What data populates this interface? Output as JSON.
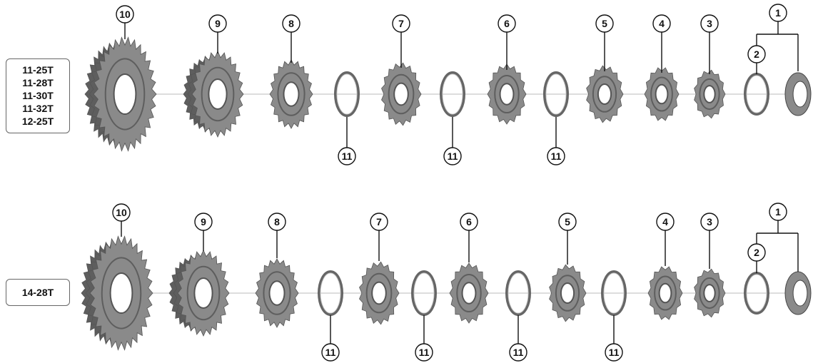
{
  "size_boxes": {
    "top": [
      "11-25T",
      "11-28T",
      "11-30T",
      "11-32T",
      "12-25T"
    ],
    "bottom": [
      "14-28T"
    ]
  },
  "callouts": {
    "c1": "1",
    "c2": "2",
    "c3": "3",
    "c4": "4",
    "c5": "5",
    "c6": "6",
    "c7": "7",
    "c8": "8",
    "c9": "9",
    "c10": "10",
    "c11": "11"
  },
  "colors": {
    "part": "#8a8a8a",
    "part_dark": "#5e5e5e",
    "line": "#111111",
    "axis": "#bbbbbb"
  }
}
